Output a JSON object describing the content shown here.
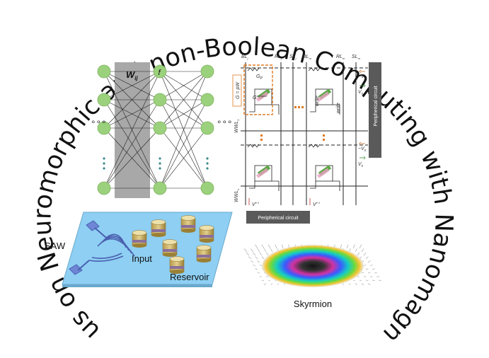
{
  "title_arc": "Focus on Neuromorphic and non-Boolean Computing with Nanomagnets",
  "network": {
    "weight_label": "W",
    "weight_sub": "ij",
    "activation_label": "f",
    "ellipsis_h": "∘∘∘"
  },
  "crossbar": {
    "col_labels": [
      "BL",
      "RL",
      "SL",
      "BL",
      "RL",
      "SL"
    ],
    "col_subs": [
      "j",
      "j",
      "j",
      "m",
      "m",
      "m"
    ],
    "row_labels": [
      "WWL",
      "WWL"
    ],
    "row_subs": [
      "1",
      "n"
    ],
    "g_label": "G",
    "g_sub": "P",
    "conductance_eq": "G = pW",
    "synapse_label": "G",
    "synapse_sub": "synapse",
    "right_voltages": [
      "−V",
      "V",
      "−V",
      "V"
    ],
    "voltage_sub_top": "x",
    "bottom_voltage_j": "V",
    "bottom_voltage_m": "V",
    "bottom_voltage_sup": "l+1",
    "write_labels": [
      "write",
      "write"
    ],
    "peripheral_side": "Peripherical circuit",
    "peripheral_bottom": "Peripherical circuit"
  },
  "reservoir": {
    "saw_label": "SAW",
    "input_label": "Input",
    "reservoir_label": "Reservoir"
  },
  "skyrmion": {
    "label": "Skyrmion"
  },
  "colors": {
    "node_green": "#9bd17c",
    "weight_gray": "#a8a8a8",
    "substrate_blue": "#8ecff3",
    "peripheral_dark": "#5a5a5a",
    "highlight_orange": "#e07b22"
  }
}
